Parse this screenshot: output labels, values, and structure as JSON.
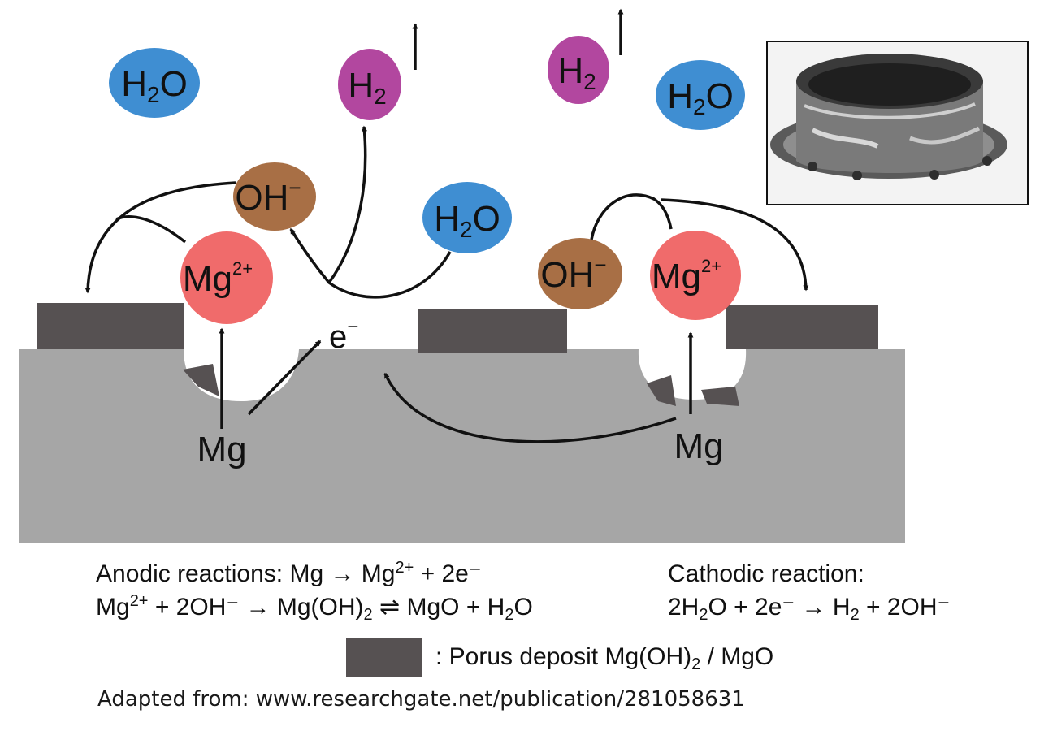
{
  "diagram": {
    "molecules": {
      "h2o": "H2O",
      "h2": "H2",
      "oh": "OH",
      "oh_charge": "−",
      "mg_ion": "Mg",
      "mg_ion_charge": "2+",
      "electron": "e",
      "electron_charge": "−",
      "mg_metal": "Mg"
    },
    "colors": {
      "h2o": "#3f8ed2",
      "h2": "#b2479f",
      "oh": "#a86f45",
      "mg_ion": "#f06b6b",
      "deposit": "#565152",
      "metal": "#a6a6a6"
    },
    "photo_icon": "corroded-magnesium-ring-photo"
  },
  "equations": {
    "anodic_prefix": "Anodic reactions: Mg → Mg",
    "anodic_sup": "2+",
    "anodic_suffix": " + 2e⁻",
    "anodic2_mg": "Mg",
    "anodic2_sup": "2+",
    "anodic2_mid": " + 2OH⁻ → Mg(OH)",
    "anodic2_sub": "2",
    "anodic2_end": " ⇌ MgO + H",
    "anodic2_sub2": "2",
    "anodic2_o": "O",
    "cathodic_title": "Cathodic reaction:",
    "cathodic_a": "2H",
    "cathodic_sub1": "2",
    "cathodic_b": "O + 2e⁻ → H",
    "cathodic_sub2": "2",
    "cathodic_c": " + 2OH⁻"
  },
  "legend": {
    "label_a": ": Porus deposit Mg(OH)",
    "label_sub": "2",
    "label_b": " / MgO"
  },
  "source": "Adapted from: www.researchgate.net/publication/281058631"
}
